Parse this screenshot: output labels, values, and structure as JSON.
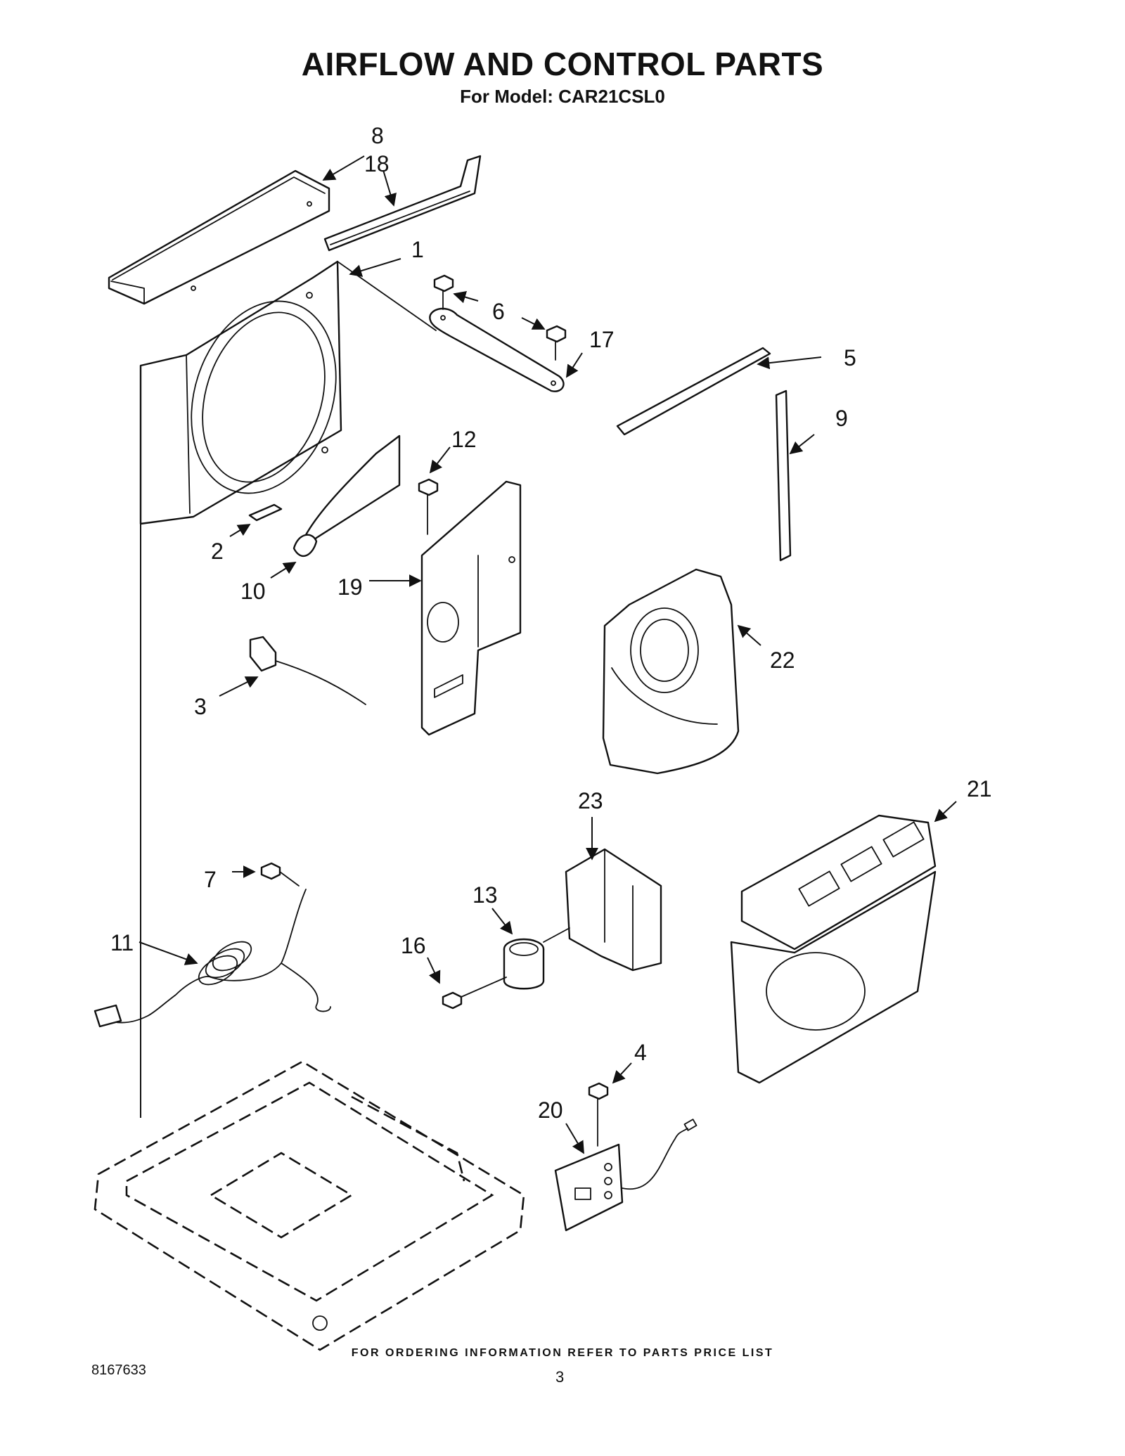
{
  "header": {
    "title": "AIRFLOW AND CONTROL PARTS",
    "subtitle": "For Model: CAR21CSL0"
  },
  "callouts": [
    "8",
    "18",
    "1",
    "6",
    "17",
    "5",
    "9",
    "12",
    "2",
    "10",
    "19",
    "22",
    "3",
    "23",
    "21",
    "7",
    "13",
    "11",
    "16",
    "4",
    "20"
  ],
  "footer": {
    "note": "FOR ORDERING INFORMATION REFER TO PARTS PRICE LIST",
    "doc_number": "8167633",
    "page_number": "3"
  }
}
